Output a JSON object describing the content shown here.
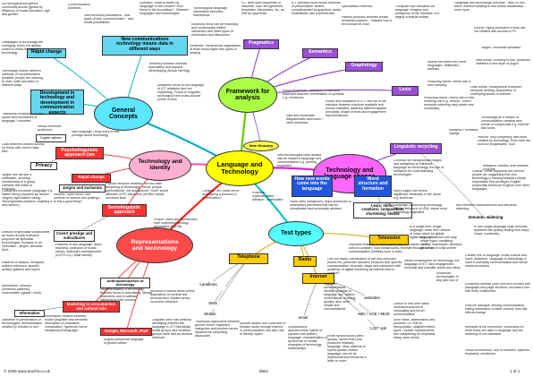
{
  "center": {
    "label": "Language and\nTechnology"
  },
  "hubs": {
    "general": "General\nConcepts",
    "identity": "Technology and\nIdentity",
    "change": "Technology and\nlanguage change",
    "framework": "Framework for\nanalysis",
    "representations": "Representations\nand technology",
    "text_types": "Text types"
  },
  "boxes": {
    "rapid_change": "Rapid change",
    "new_comms": "New communications\ntechnology means data in\ndifferent ways",
    "development": "Development in\ntechnology and\ndevelopment in\ncommunication aspects",
    "psycholinguistic": "Psycholinguistic\napproach (we",
    "digital_natives": "Digital natives",
    "privacy": "Privacy",
    "jargon": "Jargon and exclusion",
    "sociolinguistic": "Sociolinguistic\napproach",
    "covert": "Covert prestige and\nsubcultures",
    "anthropomorphism": "Anthropomorphism of\ntechnology",
    "marketing": "Marketing in consumerism\nand cultural role",
    "information": "Information",
    "google": "Google, Microsoft, iPad",
    "pragmatics": "Pragmatics",
    "semantics": "Semantics",
    "graphology": "Graphology",
    "lexis": "Lexis",
    "new_glossary": "New Glossary",
    "ling_recycling": "Linguistic recycling",
    "how_new_words": "How new words\ncome into the\nlanguage",
    "word_structure": "Word\nstructure and\nformation",
    "lexical": "Lexis; shifts;\ncreations; composition;\nshortening; blends",
    "television": "Television",
    "radio": "Radio",
    "internet": "Internet",
    "telephone": "Telephone",
    "landlines": "Landlines",
    "sms": "SMS",
    "mobile": "Mobile",
    "email": "email",
    "websites": "websites",
    "mmd": "IMD / VGE / MUD",
    "l337": "L337 spk",
    "semantic_widening": "Semantic widening"
  },
  "notes": {
    "n1": "No homogeneous speech community across (global by efficiency of social education, age and gender",
    "n2": "Languages of technology are emerging; forms not always suited to reflect the social technology",
    "n3": "Technology makes different methods of communication possible; people are learning to read, write and listen in different ways",
    "n4": "Traditional constraints of time, space and boundaries of language / countries",
    "n5": "Data reserves created access for those with correct data files",
    "n6": "Jargon can act like a shibboleth, showing membership of a group. Likewise this leads to exclusion",
    "n7": "Categories exclusive (language e.g. Walter Berry) (inspired by Hacker Jargon) (specialised slang): Technophobes (inactive, anything a new techno)",
    "n8": "Internet / open forum, few controls on access and postings. Is this a good thing?",
    "n9": "Division of specialist vocabularies as much do with exclusive purposes as specialist technologies. Inclusion is an innovation - jargon, semantic field...",
    "n10": "Patterns of habitus, metaphor, indirect reference, specific activity systems and topics",
    "n11": "Information: concept: (sentence patterns), consumption (global / local)",
    "n12": "Distortion in presentation of technologies; demonstration created by function to sell",
    "n13": "Information: relation between model (linguistic and semantic description of evaluative; comparative; hyperbole forms, metaphorical language)",
    "n14": "Features of anti-language: direct teaching, confusion of social values; elaborate overstatement (KOTFLOL); Male identity",
    "n15": "Representations of technology; features found in advertising, literary treatments and in software interactions with humans",
    "n16": "English peripheral language of global market",
    "n17": "Success of coined items reveal importance of commercial development; Market forces, economic influence",
    "n18": "Traditional distinctions between generic forms; Ingrained categories and product names replaced by computing discourses",
    "n19": "Linguists have had difficulty identifying whether the language in ICT individuals, social groups and societies groups have had an obvious influence",
    "n20": "Spoken-written line; collection of broader audio through learned in communication and also role of literary: spam",
    "n21": "Spontaneous, asynchronous; hybrid of (spoken and written) language: characteristics of synchronic or similar examples of technology relationships",
    "n22": "Email synchronous (often quicker, saves time) and produces relatively language: clear patterns of hybrid spoken written language; can be as impersonal and formal as a letter or more",
    "n23": "Cheaper; unconventional identity; changes to language use; culture; conventional; evolving quickly; also more simple and unconventional",
    "n24": "Occurs in real time basis: increased amount of messaging and forum communication",
    "n25": "Short hand, abbreviation and phonetic: i.e. l33t for transposition, adapted letters, typos; number replacements and misspelling for emphasis, slang, word-forms",
    "n26": "Visual conventions, use of numbers, symbols, emphasis, emoticons",
    "n27": "Enhanced website (with new text) formed with paragraph and page structure; includes a mix with links: multimedia",
    "n28": "Real life dialogue, lifelong communication, linking information a wider context; how this effects change",
    "n29": "Websites is not monitored: consensus on what forms are valid in language and the meaning of non-standard",
    "n30": "One too many; combination of live and recorded; phone-ins; presenter directed; producer talk; specific communication, diversity, range and interaction with audience of digital streaming as interest feed to content?",
    "n31": "Important features of media producers to consider - are used to consider, how media works, recreate through social communication (limiting more or less)",
    "n32": "In a single time; single language; news and content of many users for global digital language",
    "n33": "Media consumption for technology, the language of ICT, hard engagement, technical and scientific terms and ideas",
    "n34": "BBC: Traditional one-way, single hyper-mediating identity; expressive; directive; all in front of a flat screen",
    "n35": "Greater use of language; cross-cultural and more; audience; Language of technology is used in everyday communication and social media processes",
    "n36": "Technology as a means of communication creating new words or compounds e.g. Internet dial tones",
    "n37": "Technological language: information becomes mainstream",
    "n38": "Electronic texts can be endlessly and continuously edited; interaction with other types of information and discourses",
    "n39": "Nonlinear / hierarchical organisation of texts encourages new types of reading",
    "n40": "ICT texts have properties of structure, such as hypertexts, templates, hierarchies, etc. as well as hyperlinks",
    "n41": "ICT provides multi-modal methods of presentation: limited complemented by graphical, audio, kinaesthetic and experimental",
    "n42": "Question: What is meant by 'language' in the context? How found in the boundless? - Between languages and technologies",
    "n43": "Communication practices",
    "n44": "New technical possibilities - new types of text; communication - new social possibilities",
    "n45": "Tendency towards futuristic speculation and popular stereotyping (Susan Herring)",
    "n46": "Academic focus on the language of ICT relatively new but expanding. Focus on linguistic, sociological and cross-cultural points of view",
    "n47": "Virtual electronic audiences",
    "n48": "Vast language / body entry a new prestige about technology",
    "n49": "Popular tensions between: the two offer tampering of technology: 'mood, people dysfunctional, not accustomed'. Note: social attitudes of PC elsewhere yet little critical comment lines",
    "n50": "People: users are represented; note underlying ideology associated with this",
    "n51": "Consider: are these terms undergoing a process of amelioration?",
    "n52": "Potential - implementation - diffusion - codification",
    "n53": "Shifts often metaphoric; helps audiences to understand processes that can be complicated and technically abstract",
    "n54": "New technologies have always had an impact in language and communication e.g. printing expanded",
    "n55": "Iconic emoticons - utilisation of standard keyboard features: combination of symbols; e.g. emoticons",
    "n56": "Said and immediate diagrammatic and iconic / other heuristics",
    "n57": "Power and limitations of ICT: text life in the interface between machine readable and human readable; distinctly different applied principals; shape of texts and engagement representations",
    "n58": "Pseudo prosodic features create semantic nuances... indicate how a text should be read",
    "n59": "Specialised reference",
    "n60": "Computer use mediated via language; imagery and metaphors of the interface; it is largely a textual activity",
    "n61": "Recycling words / terms with a new meaning can e.g. 'mouse', 'menu' semantic widening may create new vocabulary",
    "n62": "Words borrowed from other languages: deliberate / arbitrary",
    "n63": "Loan words: metaphorical extension semantic shifting; Association of underlying issues in cultures",
    "n64": "'Reboot' only completely new word created by technology. Even then the word is recognisable, boot",
    "n65": "Metaphor clusters, shift towards concrete",
    "n66": "Common for metaphorical images and metaphors to influence language for technology; the use of metaphor for understanding technologies",
    "n67": "Word origins can reveal significant influences in the world e.g. American",
    "n68": "Language surrounding technology reflects influence of USA, where most technology originated",
    "n69": "Blur between traditional lexis and semantic widening",
    "n70": "Caveat: Some linguistics are worried people are suggesting that new technology is leading towards cultural imperialism that privileges English (especially American English) over other languages",
    "n71": "In one single language huge diversity: speakers are quickly finding new ways; 'loopy' vocabulary",
    "n72": "Language and technology overview - fixed or non-fixed; research leading to this formal relationship - more open",
    "n73": "Shorter, highly proficient of lexis use not created with access to PC",
    "n74": "Jargon / technical specialist",
    "n75": "New words: Evolving in tool, produced indebted to text style of jargon",
    "n76": "Recycling words / terms with a new meaning",
    "n77": "Metaphor / semantic change",
    "n78": "Enhanced technologies, in any web use of hyper speech relate audience"
  },
  "footer": {
    "copyright": "© 2008 www.teachit.co.uk",
    "page_no": "8552",
    "page_of": "1 of 1"
  }
}
